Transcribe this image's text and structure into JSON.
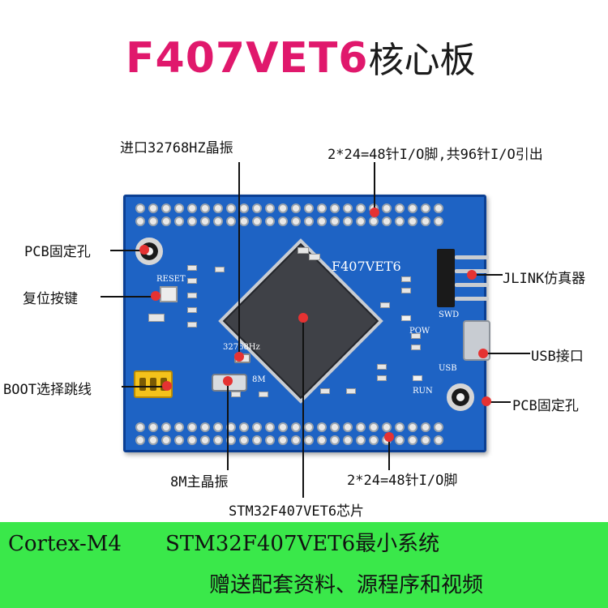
{
  "title": {
    "model": "F407VET6",
    "suffix": "核心板"
  },
  "callouts": {
    "crystal_32k": "进口32768HZ晶振",
    "io_top": "2*24=48针I/O脚,共96针I/O引出",
    "pcb_hole_left": "PCB固定孔",
    "reset_key": "复位按键",
    "boot_jumper": "BOOT选择跳线",
    "jlink": "JLINK仿真器",
    "usb": "USB接口",
    "pcb_hole_right": "PCB固定孔",
    "crystal_8m": "8M主晶振",
    "io_bottom": "2*24=48针I/O脚",
    "chip": "STM32F407VET6芯片"
  },
  "board_silk": {
    "model": "F407VET6",
    "reset": "RESET",
    "crystal_32k": "32768Hz",
    "crystal_8m": "8M",
    "swd": "SWD",
    "pow": "POW",
    "run": "RUN",
    "usb": "USB"
  },
  "banner": {
    "cortex": "Cortex-M4",
    "system": "STM32F407VET6最小系统",
    "gift": "赠送配套资料、源程序和视频"
  },
  "colors": {
    "title_accent": "#e0186c",
    "pcb_blue": "#1e63c4",
    "callout_marker": "#e53232",
    "banner_green": "#3ae84a",
    "jumper_yellow": "#f4c21b"
  }
}
